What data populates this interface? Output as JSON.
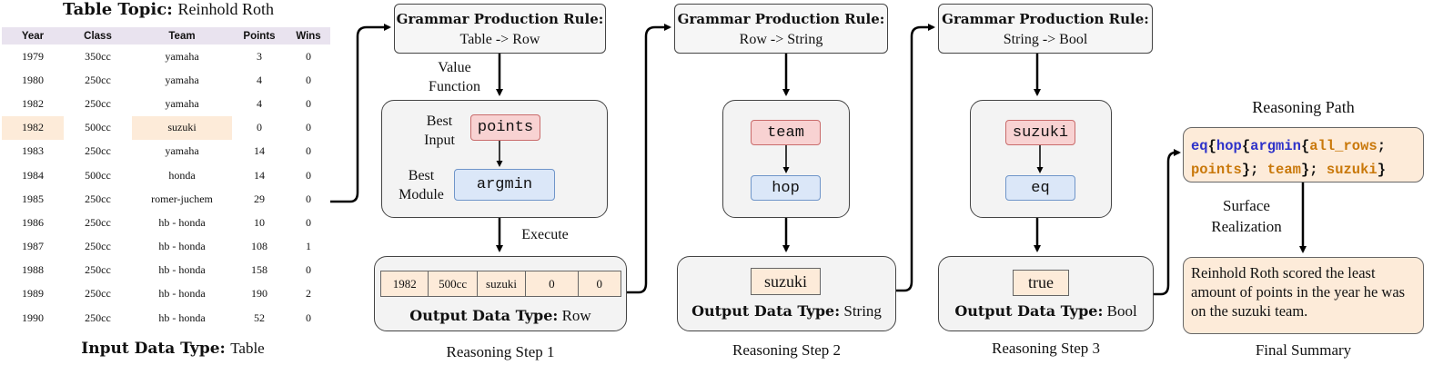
{
  "table": {
    "topic_label": "Table Topic:",
    "topic_value": "Reinhold Roth",
    "columns": [
      "Year",
      "Class",
      "Team",
      "Points",
      "Wins"
    ],
    "rows": [
      [
        "1979",
        "350cc",
        "yamaha",
        "3",
        "0"
      ],
      [
        "1980",
        "250cc",
        "yamaha",
        "4",
        "0"
      ],
      [
        "1982",
        "250cc",
        "yamaha",
        "4",
        "0"
      ],
      [
        "1982",
        "500cc",
        "suzuki",
        "0",
        "0"
      ],
      [
        "1983",
        "250cc",
        "yamaha",
        "14",
        "0"
      ],
      [
        "1984",
        "500cc",
        "honda",
        "14",
        "0"
      ],
      [
        "1985",
        "250cc",
        "romer-juchem",
        "29",
        "0"
      ],
      [
        "1986",
        "250cc",
        "hb - honda",
        "10",
        "0"
      ],
      [
        "1987",
        "250cc",
        "hb - honda",
        "108",
        "1"
      ],
      [
        "1988",
        "250cc",
        "hb - honda",
        "158",
        "0"
      ],
      [
        "1989",
        "250cc",
        "hb - honda",
        "190",
        "2"
      ],
      [
        "1990",
        "250cc",
        "hb - honda",
        "52",
        "0"
      ]
    ],
    "highlighted_row": 3,
    "input_type_label": "Input Data Type:",
    "input_type_value": "Table"
  },
  "step1": {
    "rule_title": "Grammar Production Rule:",
    "rule": "Table -> Row",
    "value_function_label_1": "Value",
    "value_function_label_2": "Function",
    "best_input_label_1": "Best",
    "best_input_label_2": "Input",
    "best_input": "points",
    "best_module_label_1": "Best",
    "best_module_label_2": "Module",
    "best_module": "argmin",
    "execute_label": "Execute",
    "output_row": [
      "1982",
      "500cc",
      "suzuki",
      "0",
      "0"
    ],
    "output_label": "Output Data Type:",
    "output_value": "Row",
    "step_label": "Reasoning Step 1"
  },
  "step2": {
    "rule_title": "Grammar Production Rule:",
    "rule": "Row -> String",
    "input_chip": "team",
    "module_chip": "hop",
    "output_chip": "suzuki",
    "output_label": "Output Data Type:",
    "output_value": "String",
    "step_label": "Reasoning Step 2"
  },
  "step3": {
    "rule_title": "Grammar Production Rule:",
    "rule": "String -> Bool",
    "input_chip": "suzuki",
    "module_chip": "eq",
    "output_chip": "true",
    "output_label": "Output Data Type:",
    "output_value": "Bool",
    "step_label": "Reasoning Step 3"
  },
  "final": {
    "reasoning_path_title": "Reasoning Path",
    "path": {
      "eq": "eq",
      "b1": "{",
      "hop": "hop",
      "b2": "{",
      "argmin": "argmin",
      "b3": "{",
      "all_rows": "all_rows",
      "sep1": ";",
      "points": "points",
      "b4": "}",
      "sep2": ";",
      "team": "team",
      "b5": "}",
      "sep3": ";",
      "suzuki": "suzuki",
      "b6": "}"
    },
    "surface_label_1": "Surface",
    "surface_label_2": "Realization",
    "summary": "Reinhold Roth scored the least amount of points in the year he was on the suzuki team.",
    "final_label": "Final Summary"
  },
  "colors": {
    "highlight": "#fdebd9",
    "red_chip": "#f8d2d2",
    "blue_chip": "#dbe7f8",
    "keyword_blue": "#2e32c9",
    "argument_orange": "#c9780a",
    "header_purple": "#e9e3ef"
  }
}
